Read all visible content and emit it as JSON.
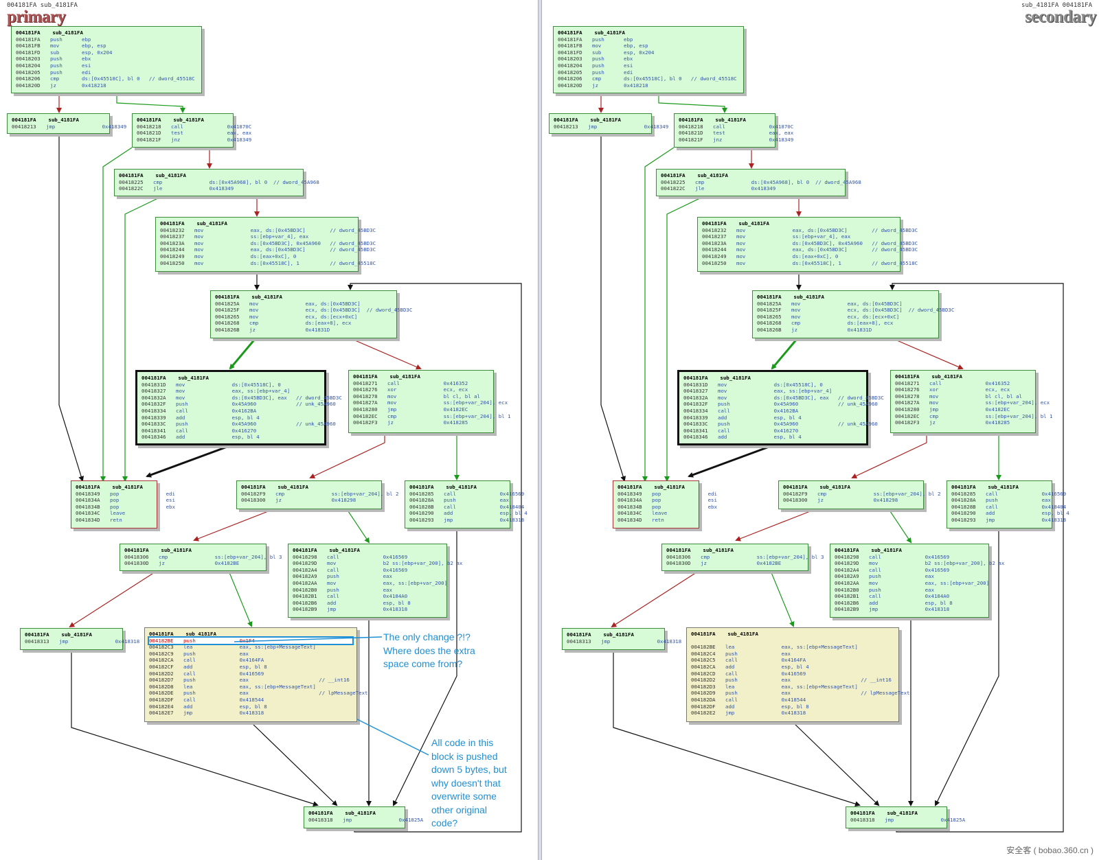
{
  "left": {
    "header_small": "004181FA  sub_4181FA",
    "header_big": "primary"
  },
  "right": {
    "header_small": "sub_4181FA  004181FA",
    "header_big": "secondary"
  },
  "annotations": {
    "top": "The only change ?!?\nWhere does the extra\nspace come from?",
    "bottom": "All code in this\nblock is pushed\ndown 5 bytes, but\nwhy doesn't that\noverwrite some\nother original\ncode?"
  },
  "watermark": "安全客 ( bobao.360.cn )",
  "blocks": {
    "b1": {
      "title": "004181FA    sub_4181FA",
      "lines": [
        [
          "004181FA",
          "push",
          "ebp"
        ],
        [
          "004181FB",
          "mov",
          "ebp, esp"
        ],
        [
          "004181FD",
          "sub",
          "esp, 0x204"
        ],
        [
          "00418203",
          "push",
          "ebx"
        ],
        [
          "00418204",
          "push",
          "esi"
        ],
        [
          "00418205",
          "push",
          "edi"
        ],
        [
          "00418206",
          "cmp",
          "ds:[0x45518C], bl 0   // dword_45518C"
        ],
        [
          "0041820D",
          "jz",
          "0x418218"
        ]
      ]
    },
    "b2": {
      "title": "004181FA    sub_4181FA",
      "lines": [
        [
          "00418213",
          "jmp",
          "        0x418349"
        ]
      ]
    },
    "b3": {
      "title": "004181FA    sub_4181FA",
      "lines": [
        [
          "00418218",
          "call",
          "        0x41870C"
        ],
        [
          "0041821D",
          "test",
          "        eax, eax"
        ],
        [
          "0041821F",
          "jnz",
          "        0x418349"
        ]
      ]
    },
    "b4": {
      "title": "004181FA    sub_4181FA",
      "lines": [
        [
          "00418225",
          "cmp",
          "        ds:[0x45A968], bl 0  // dword_45A968"
        ],
        [
          "0041822C",
          "jle",
          "        0x418349"
        ]
      ]
    },
    "b5": {
      "title": "004181FA    sub_4181FA",
      "lines": [
        [
          "00418232",
          "mov",
          "        eax, ds:[0x45BD3C]        // dword_45BD3C"
        ],
        [
          "00418237",
          "mov",
          "        ss:[ebp+var_4], eax"
        ],
        [
          "0041823A",
          "mov",
          "        ds:[0x45BD3C], 0x45A960   // dword_45BD3C"
        ],
        [
          "00418244",
          "mov",
          "        eax, ds:[0x45BD3C]        // dword_45BD3C"
        ],
        [
          "00418249",
          "mov",
          "        ds:[eax+0xC], 0"
        ],
        [
          "00418250",
          "mov",
          "        ds:[0x45518C], 1          // dword_45518C"
        ]
      ]
    },
    "b6": {
      "title": "004181FA    sub_4181FA",
      "lines": [
        [
          "0041825A",
          "mov",
          "        eax, ds:[0x45BD3C]"
        ],
        [
          "0041825F",
          "mov",
          "        ecx, ds:[0x45BD3C]  // dword_45BD3C"
        ],
        [
          "00418265",
          "mov",
          "        ecx, ds:[ecx+0xC]"
        ],
        [
          "00418268",
          "cmp",
          "        ds:[eax+8], ecx"
        ],
        [
          "0041826B",
          "jz",
          "        0x41831D"
        ]
      ]
    },
    "b7": {
      "title": "004181FA    sub_4181FA",
      "lines": [
        [
          "0041831D",
          "mov",
          "        ds:[0x45518C], 0"
        ],
        [
          "00418327",
          "mov",
          "        eax, ss:[ebp+var_4]"
        ],
        [
          "0041832A",
          "mov",
          "        ds:[0x45BD3C], eax   // dword_45BD3C"
        ],
        [
          "0041832F",
          "push",
          "        0x45A960             // unk_45A960"
        ],
        [
          "00418334",
          "call",
          "        0x4162BA"
        ],
        [
          "00418339",
          "add",
          "        esp, bl 4"
        ],
        [
          "0041833C",
          "push",
          "        0x45A960             // unk_45A960"
        ],
        [
          "00418341",
          "call",
          "        0x416270"
        ],
        [
          "00418346",
          "add",
          "        esp, bl 4"
        ]
      ]
    },
    "b8": {
      "title": "004181FA    sub_4181FA",
      "lines": [
        [
          "00418271",
          "call",
          "        0x416352"
        ],
        [
          "00418276",
          "xor",
          "        ecx, ecx"
        ],
        [
          "00418278",
          "mov",
          "        bl cl, bl al"
        ],
        [
          "0041827A",
          "mov",
          "        ss:[ebp+var_204], ecx"
        ],
        [
          "00418280",
          "jmp",
          "        0x4182EC"
        ],
        [
          "004182EC",
          "cmp",
          "        ss:[ebp+var_204], bl 1"
        ],
        [
          "004182F3",
          "jz",
          "        0x418285"
        ]
      ]
    },
    "b9": {
      "title": "004181FA    sub_4181FA",
      "lines": [
        [
          "00418349",
          "pop",
          "        edi"
        ],
        [
          "0041834A",
          "pop",
          "        esi"
        ],
        [
          "0041834B",
          "pop",
          "        ebx"
        ],
        [
          "0041834C",
          "leave",
          ""
        ],
        [
          "0041834D",
          "retn",
          ""
        ]
      ]
    },
    "b10": {
      "title": "004181FA    sub_4181FA",
      "lines": [
        [
          "004182F9",
          "cmp",
          "        ss:[ebp+var_204], bl 2"
        ],
        [
          "00418300",
          "jz",
          "        0x418298"
        ]
      ]
    },
    "b11": {
      "title": "004181FA    sub_4181FA",
      "lines": [
        [
          "00418285",
          "call",
          "        0x416569"
        ],
        [
          "0041828A",
          "push",
          "        eax"
        ],
        [
          "0041828B",
          "call",
          "        0x418404"
        ],
        [
          "00418290",
          "add",
          "        esp, bl 4"
        ],
        [
          "00418293",
          "jmp",
          "        0x418318"
        ]
      ]
    },
    "b12": {
      "title": "004181FA    sub_4181FA",
      "lines": [
        [
          "00418306",
          "cmp",
          "        ss:[ebp+var_204], bl 3"
        ],
        [
          "0041830D",
          "jz",
          "        0x4182BE"
        ]
      ]
    },
    "b13": {
      "title": "004181FA    sub_4181FA",
      "lines": [
        [
          "00418298",
          "call",
          "        0x416569"
        ],
        [
          "0041829D",
          "mov",
          "        b2 ss:[ebp+var_200], b2 ax"
        ],
        [
          "004182A4",
          "call",
          "        0x416569"
        ],
        [
          "004182A9",
          "push",
          "        eax"
        ],
        [
          "004182AA",
          "mov",
          "        eax, ss:[ebp+var_200]"
        ],
        [
          "004182B0",
          "push",
          "        eax"
        ],
        [
          "004182B1",
          "call",
          "        0x4184A0"
        ],
        [
          "004182B6",
          "add",
          "        esp, bl 8"
        ],
        [
          "004182B9",
          "jmp",
          "        0x418318"
        ]
      ]
    },
    "b14": {
      "title": "004181FA    sub_4181FA",
      "lines": [
        [
          "00418313",
          "jmp",
          "        0x418318"
        ]
      ]
    },
    "b15_primary": {
      "title": "004181FA    sub_4181FA",
      "lines": [
        [
          "004182BE",
          "push",
          "        0x1F4"
        ],
        [
          "004182C3",
          "lea",
          "        eax, ss:[ebp+MessageText]"
        ],
        [
          "004182C9",
          "push",
          "        eax"
        ],
        [
          "004182CA",
          "call",
          "        0x4164FA"
        ],
        [
          "004182CF",
          "add",
          "        esp, bl 8"
        ],
        [
          "004182D2",
          "call",
          "        0x416569"
        ],
        [
          "004182D7",
          "push",
          "        eax                       // __int16"
        ],
        [
          "004182D8",
          "lea",
          "        eax, ss:[ebp+MessageText]"
        ],
        [
          "004182DE",
          "push",
          "        eax                       // lpMessageText"
        ],
        [
          "004182DF",
          "call",
          "        0x418544"
        ],
        [
          "004182E4",
          "add",
          "        esp, bl 8"
        ],
        [
          "004182E7",
          "jmp",
          "        0x418318"
        ]
      ]
    },
    "b15_secondary": {
      "title": "004181FA    sub_4181FA",
      "lines": [
        [
          "",
          "",
          " "
        ],
        [
          "004182BE",
          "lea",
          "        eax, ss:[ebp+MessageText]"
        ],
        [
          "004182C4",
          "push",
          "        eax"
        ],
        [
          "004182C5",
          "call",
          "        0x4164FA"
        ],
        [
          "004182CA",
          "add",
          "        esp, bl 4"
        ],
        [
          "004182CD",
          "call",
          "        0x416569"
        ],
        [
          "004182D2",
          "push",
          "        eax                       // __int16"
        ],
        [
          "004182D3",
          "lea",
          "        eax, ss:[ebp+MessageText]"
        ],
        [
          "004182D9",
          "push",
          "        eax                       // lpMessageText"
        ],
        [
          "004182DA",
          "call",
          "        0x418544"
        ],
        [
          "004182DF",
          "add",
          "        esp, bl 8"
        ],
        [
          "004182E2",
          "jmp",
          "        0x418318"
        ]
      ]
    },
    "b16": {
      "title": "004181FA    sub_4181FA",
      "lines": [
        [
          "00418318",
          "jmp",
          "        0x41825A"
        ]
      ]
    }
  }
}
